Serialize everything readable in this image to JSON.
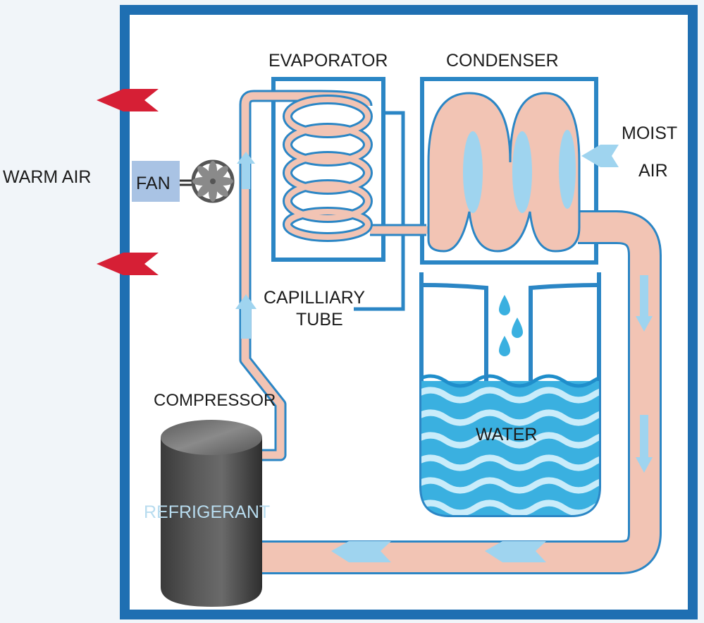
{
  "labels": {
    "warm_air": "WARM AIR",
    "fan": "FAN",
    "evaporator": "EVAPORATOR",
    "condenser": "CONDENSER",
    "moist_air_line1": "MOIST",
    "moist_air_line2": "AIR",
    "capillary_line1": "CAPILLIARY",
    "capillary_line2": "TUBE",
    "compressor": "COMPRESSOR",
    "refrigerant": "REFRIGERANT",
    "water": "WATER"
  },
  "colors": {
    "frame_blue": "#1f6fb2",
    "tube_fill": "#f2c4b4",
    "tube_outline": "#2b86c5",
    "warm_air_arrow": "#d61f35",
    "flow_arrow": "#9fd4ef",
    "water": "#3ab0e0",
    "compressor": "#4a4a4a",
    "fan_box": "#a9c3e4",
    "refrigerant_text": "#b8dcef"
  }
}
